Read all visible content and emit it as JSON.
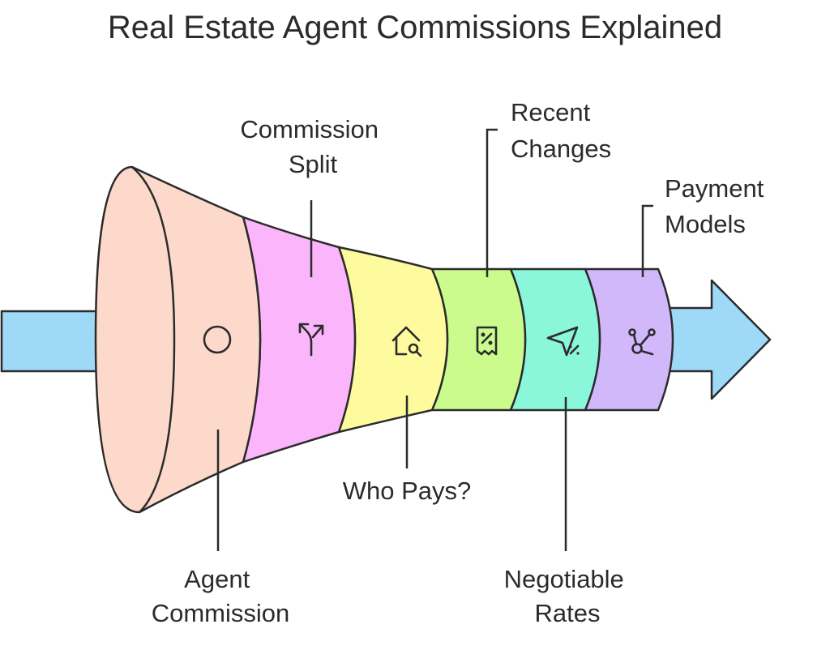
{
  "title": "Real Estate Agent Commissions Explained",
  "stages": [
    {
      "id": "agent-commission",
      "label_lines": [
        "Agent",
        "Commission"
      ],
      "color": "#FDD9CB",
      "icon": "circle-icon"
    },
    {
      "id": "commission-split",
      "label_lines": [
        "Commission",
        "Split"
      ],
      "color": "#FBB6FB",
      "icon": "split-arrows-icon"
    },
    {
      "id": "who-pays",
      "label_lines": [
        "Who Pays?"
      ],
      "color": "#FDFB9E",
      "icon": "house-search-icon"
    },
    {
      "id": "recent-changes",
      "label_lines": [
        "Recent",
        "Changes"
      ],
      "color": "#CBFB8D",
      "icon": "receipt-percent-icon"
    },
    {
      "id": "negotiable-rates",
      "label_lines": [
        "Negotiable",
        "Rates"
      ],
      "color": "#8BF7DA",
      "icon": "send-percent-icon"
    },
    {
      "id": "payment-models",
      "label_lines": [
        "Payment",
        "Models"
      ],
      "color": "#D1B8FB",
      "icon": "nodes-icon"
    }
  ],
  "arrow_color": "#9ED9F8"
}
